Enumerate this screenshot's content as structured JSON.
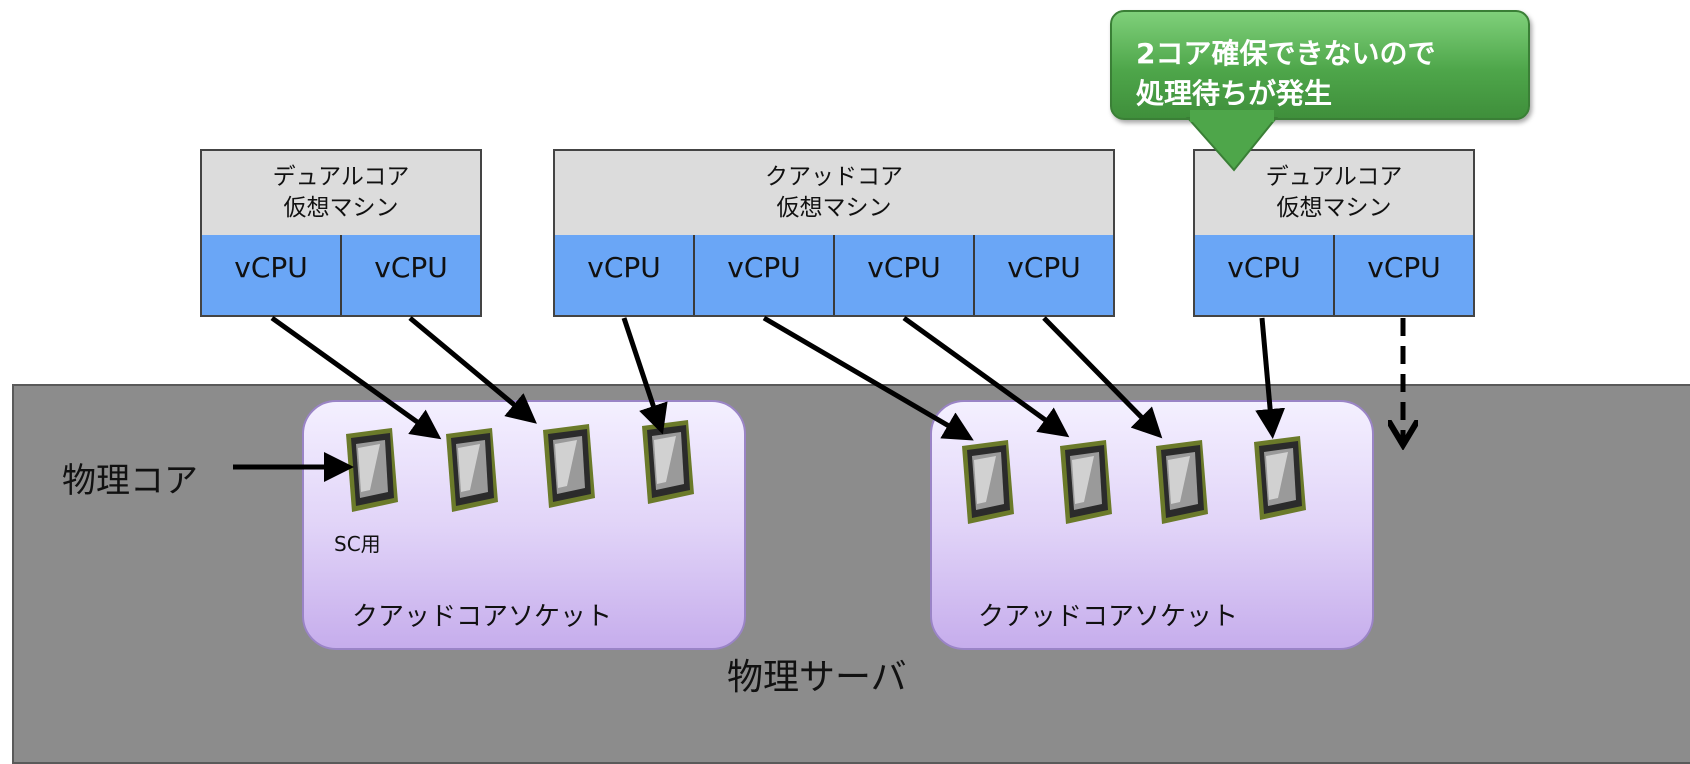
{
  "callout": {
    "line1": "2コア確保できないので",
    "line2": "処理待ちが発生"
  },
  "vms": [
    {
      "title_line1": "デュアルコア",
      "title_line2": "仮想マシン",
      "vcpus": [
        "vCPU",
        "vCPU"
      ]
    },
    {
      "title_line1": "クアッドコア",
      "title_line2": "仮想マシン",
      "vcpus": [
        "vCPU",
        "vCPU",
        "vCPU",
        "vCPU"
      ]
    },
    {
      "title_line1": "デュアルコア",
      "title_line2": "仮想マシン",
      "vcpus": [
        "vCPU",
        "vCPU"
      ]
    }
  ],
  "physical_core_label": "物理コア",
  "sc_label": "SC用",
  "sockets": [
    {
      "label": "クアッドコアソケット"
    },
    {
      "label": "クアッドコアソケット"
    }
  ],
  "server_label": "物理サーバ",
  "colors": {
    "vcpu_fill": "#6aa6f6",
    "vm_header": "#dcdcdc",
    "server_fill": "#8c8c8c",
    "socket_fill": "#d7c7f5",
    "callout_fill": "#4ea64a"
  }
}
